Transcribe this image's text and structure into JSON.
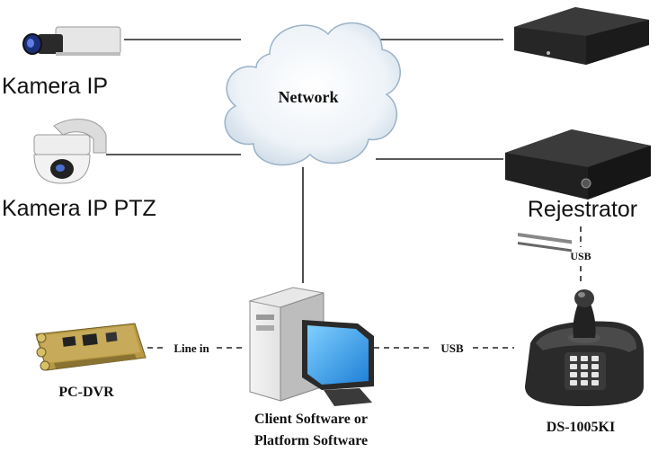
{
  "network": {
    "label": "Network"
  },
  "devices": {
    "ip_camera": {
      "label": "Kamera IP"
    },
    "ptz_camera": {
      "label": "Kamera IP PTZ"
    },
    "nvr": {
      "label": ""
    },
    "recorder": {
      "label": "Rejestrator"
    },
    "pc_dvr": {
      "label": "PC-DVR"
    },
    "client": {
      "label_line1": "Client Software or",
      "label_line2": "Platform Software"
    },
    "keyboard": {
      "label": "DS-1005KI"
    }
  },
  "connections": {
    "line_in": "Line in",
    "usb_keyboard": "USB",
    "usb_recorder": "USB"
  }
}
